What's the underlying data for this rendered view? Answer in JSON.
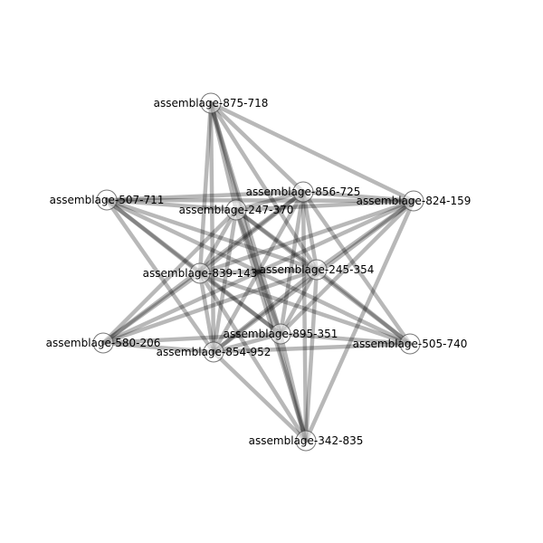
{
  "graph": {
    "nodes": [
      {
        "id": "n875",
        "label": "assemblage-875-718"
      },
      {
        "id": "n507",
        "label": "assemblage-507-711"
      },
      {
        "id": "n856",
        "label": "assemblage-856-725"
      },
      {
        "id": "n824",
        "label": "assemblage-824-159"
      },
      {
        "id": "n247",
        "label": "assemblage-247-370"
      },
      {
        "id": "n839",
        "label": "assemblage-839-143"
      },
      {
        "id": "n245",
        "label": "assemblage-245-354"
      },
      {
        "id": "n580",
        "label": "assemblage-580-206"
      },
      {
        "id": "n895",
        "label": "assemblage-895-351"
      },
      {
        "id": "n505",
        "label": "assemblage-505-740"
      },
      {
        "id": "n854",
        "label": "assemblage-854-952"
      },
      {
        "id": "n342",
        "label": "assemblage-342-835"
      }
    ],
    "edges": [
      [
        "n875",
        "n856"
      ],
      [
        "n875",
        "n247"
      ],
      [
        "n875",
        "n839"
      ],
      [
        "n875",
        "n245"
      ],
      [
        "n875",
        "n895"
      ],
      [
        "n875",
        "n854"
      ],
      [
        "n875",
        "n342"
      ],
      [
        "n875",
        "n824"
      ],
      [
        "n507",
        "n856"
      ],
      [
        "n507",
        "n824"
      ],
      [
        "n507",
        "n247"
      ],
      [
        "n507",
        "n839"
      ],
      [
        "n507",
        "n245"
      ],
      [
        "n507",
        "n895"
      ],
      [
        "n507",
        "n854"
      ],
      [
        "n507",
        "n505"
      ],
      [
        "n856",
        "n824"
      ],
      [
        "n856",
        "n247"
      ],
      [
        "n856",
        "n839"
      ],
      [
        "n856",
        "n245"
      ],
      [
        "n856",
        "n580"
      ],
      [
        "n856",
        "n895"
      ],
      [
        "n856",
        "n854"
      ],
      [
        "n856",
        "n505"
      ],
      [
        "n856",
        "n342"
      ],
      [
        "n824",
        "n247"
      ],
      [
        "n824",
        "n839"
      ],
      [
        "n824",
        "n245"
      ],
      [
        "n824",
        "n580"
      ],
      [
        "n824",
        "n895"
      ],
      [
        "n824",
        "n854"
      ],
      [
        "n824",
        "n342"
      ],
      [
        "n247",
        "n839"
      ],
      [
        "n247",
        "n245"
      ],
      [
        "n247",
        "n580"
      ],
      [
        "n247",
        "n895"
      ],
      [
        "n247",
        "n505"
      ],
      [
        "n247",
        "n854"
      ],
      [
        "n247",
        "n342"
      ],
      [
        "n839",
        "n245"
      ],
      [
        "n839",
        "n580"
      ],
      [
        "n839",
        "n895"
      ],
      [
        "n839",
        "n505"
      ],
      [
        "n839",
        "n854"
      ],
      [
        "n839",
        "n342"
      ],
      [
        "n245",
        "n580"
      ],
      [
        "n245",
        "n895"
      ],
      [
        "n245",
        "n505"
      ],
      [
        "n245",
        "n854"
      ],
      [
        "n245",
        "n342"
      ],
      [
        "n580",
        "n895"
      ],
      [
        "n580",
        "n854"
      ],
      [
        "n895",
        "n505"
      ],
      [
        "n895",
        "n854"
      ],
      [
        "n895",
        "n342"
      ],
      [
        "n505",
        "n854"
      ],
      [
        "n854",
        "n342"
      ]
    ]
  }
}
